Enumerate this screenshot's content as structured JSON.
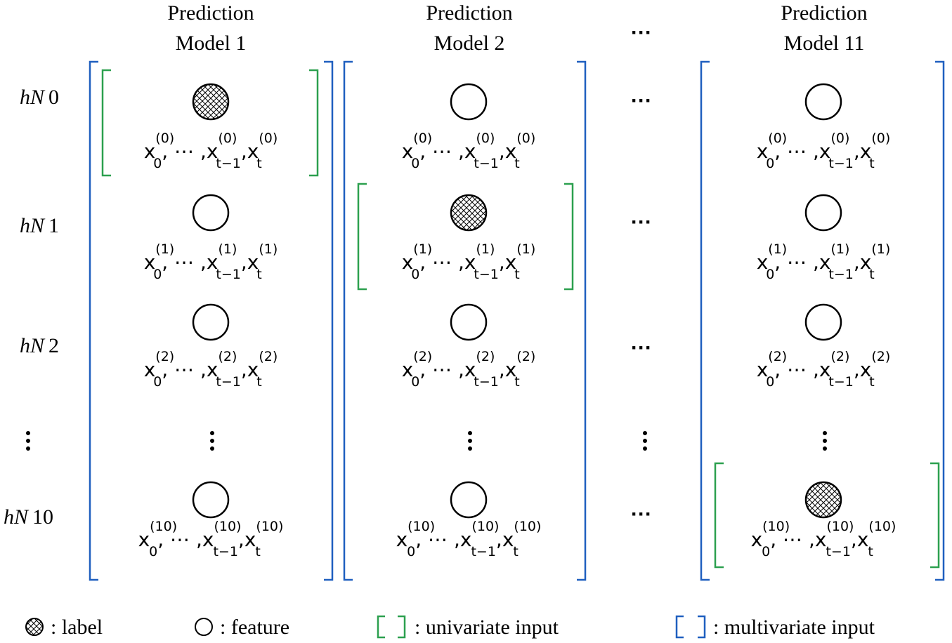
{
  "models": [
    {
      "title_line1": "Prediction",
      "title_line2": "Model 1",
      "label_row": 0
    },
    {
      "title_line1": "Prediction",
      "title_line2": "Model 2",
      "label_row": 1
    },
    {
      "title_line1": "Prediction",
      "title_line2": "Model 11",
      "label_row": 10
    }
  ],
  "ellipsis_column_title": "···",
  "ellipsis_row_text": "···",
  "rows": [
    {
      "prefix": "hN",
      "index": "0",
      "superscript": "(0)"
    },
    {
      "prefix": "hN",
      "index": "1",
      "superscript": "(1)"
    },
    {
      "prefix": "hN",
      "index": "2",
      "superscript": "(2)"
    },
    {
      "prefix": "hN",
      "index": "10",
      "superscript": "(10)"
    }
  ],
  "feature_expression": {
    "x": "x",
    "sub_first": "0",
    "sub_prev": "t−1",
    "sub_last": "t",
    "separator": ",",
    "ellipsis": "⋯"
  },
  "legend": {
    "label_text": ": label",
    "feature_text": ": feature",
    "univariate_text": ": univariate input",
    "multivariate_text": ": multivariate input"
  },
  "colors": {
    "multivariate_bracket": "#1f5fbf",
    "univariate_bracket": "#2ca04f",
    "ink": "#000000"
  }
}
